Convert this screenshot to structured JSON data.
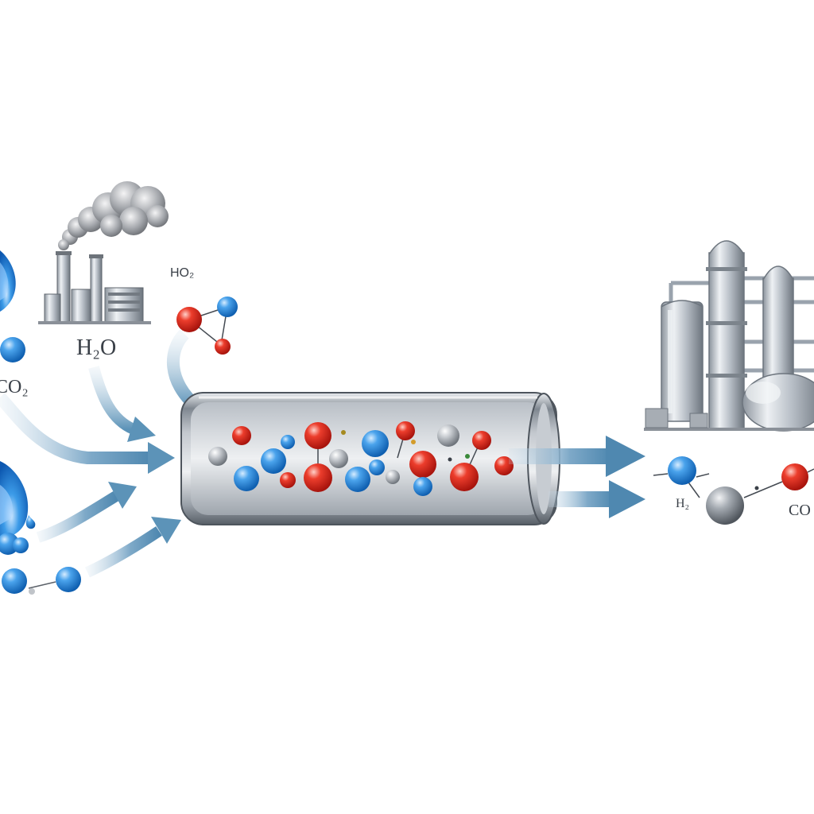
{
  "labels": {
    "ho2": "HO₂",
    "h2o": "H₂O",
    "co2": "CO₂",
    "h2_out": "H₂",
    "co_out": "CO"
  },
  "colors": {
    "flame_blue": "#2f8fe0",
    "hydrogen_blue": "#3b9ae6",
    "oxygen_red": "#e0342a",
    "carbon_gray": "#b8bcc2",
    "arrow_blue": "#5c93b8",
    "steel": "#9aa3ad",
    "smoke": "#8e9298"
  },
  "icons": [
    "flame-icon",
    "factory-icon",
    "smoke-cloud-icon",
    "reactor-tube-icon",
    "refinery-icon",
    "molecule-icon",
    "arrow-icon"
  ]
}
